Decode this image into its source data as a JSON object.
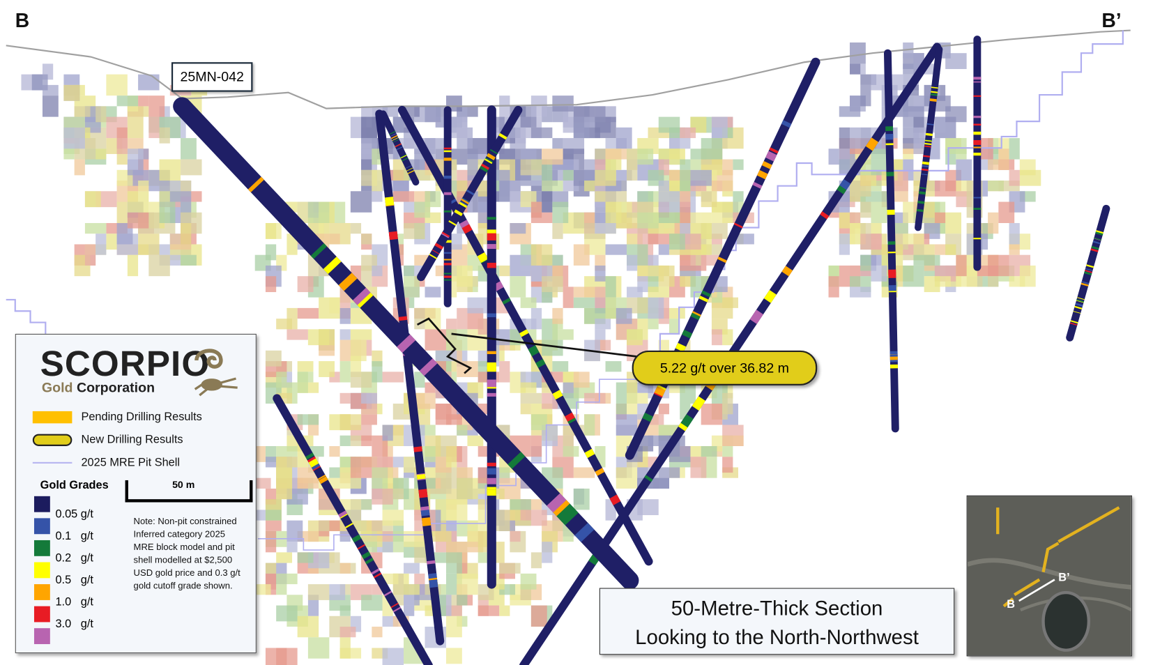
{
  "section_labels": {
    "start": "B",
    "end": "B’"
  },
  "hole_tag": "25MN-042",
  "callout": "5.22 g/t over 36.82 m",
  "legend": {
    "logo_main": "SCORPIO",
    "logo_gold": "Gold",
    "logo_corp": "Corporation",
    "items": [
      {
        "label": "Pending Drilling Results",
        "color": "#ffc000"
      },
      {
        "label": "New Drilling Results",
        "color": "#e1cd1a"
      },
      {
        "label": "2025 MRE Pit Shell",
        "color": "#b8b6f0"
      }
    ],
    "grades_title": "Gold Grades",
    "grades": [
      {
        "label": "0.05 g/t",
        "color": "#1c1c5e"
      },
      {
        "label": "0.1   g/t",
        "color": "#3553a8"
      },
      {
        "label": "0.2   g/t",
        "color": "#147a3a"
      },
      {
        "label": "0.5   g/t",
        "color": "#ffff00"
      },
      {
        "label": "1.0   g/t",
        "color": "#ffa500"
      },
      {
        "label": "3.0   g/t",
        "color": "#e81c24"
      },
      {
        "label": "",
        "color": "#b864b0"
      }
    ],
    "scale_label": "50 m",
    "note": "Note: Non-pit constrained Inferred category 2025 MRE block model and pit shell modelled at $2,500 USD gold price and 0.3 g/t gold cutoff grade shown."
  },
  "title": {
    "line1": "50-Metre-Thick Section",
    "line2": "Looking to the North-Northwest"
  },
  "inset_map": {
    "start": "B",
    "end": "B’"
  },
  "colors": {
    "hole": "#1f1f66",
    "topo": "#a0a0a0",
    "pit_shell": "#b0aef0"
  }
}
